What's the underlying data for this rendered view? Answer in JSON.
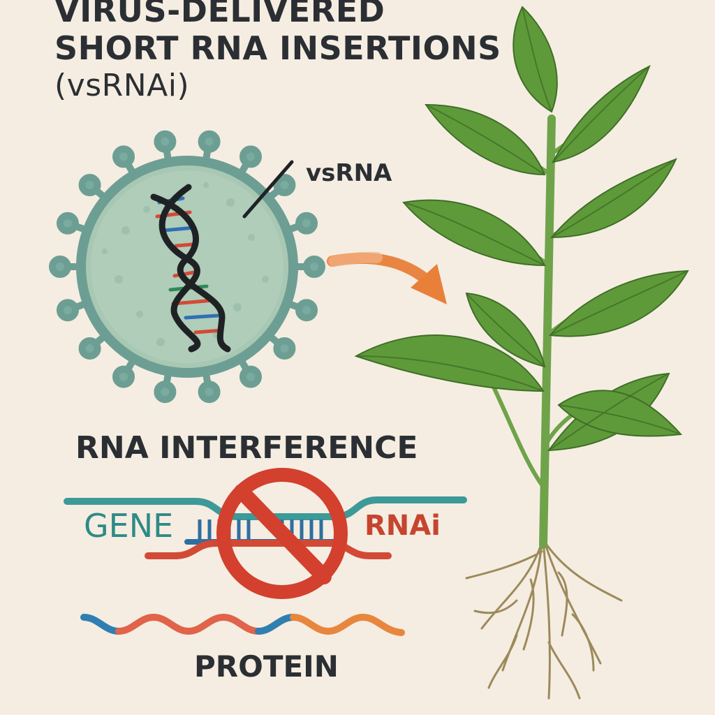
{
  "title": {
    "line1": "VIRUS-DELIVERED",
    "line2": "SHORT RNA INSERTIONS",
    "line3": "(vsRNAi)"
  },
  "virus": {
    "label": "vsRNA"
  },
  "interference": {
    "heading": "RNA INTERFERENCE",
    "gene_label": "GENE",
    "rnai_label": "RNAi"
  },
  "protein": {
    "label": "PROTEIN"
  },
  "colors": {
    "background": "#f5ede2",
    "virus_body": "#a8c8b4",
    "virus_outline": "#6d9e93",
    "arrow": "#e8803a",
    "leaf": "#5f9a3a",
    "stem": "#6fa34a",
    "root": "#9c8a5a",
    "gene_strand": "#3d9a98",
    "rnai_strand": "#d24a36",
    "prohibit": "#d3402e"
  },
  "icons": [
    "virus-icon",
    "dna-helix-icon",
    "plant-icon",
    "prohibit-icon",
    "arrow-icon"
  ]
}
